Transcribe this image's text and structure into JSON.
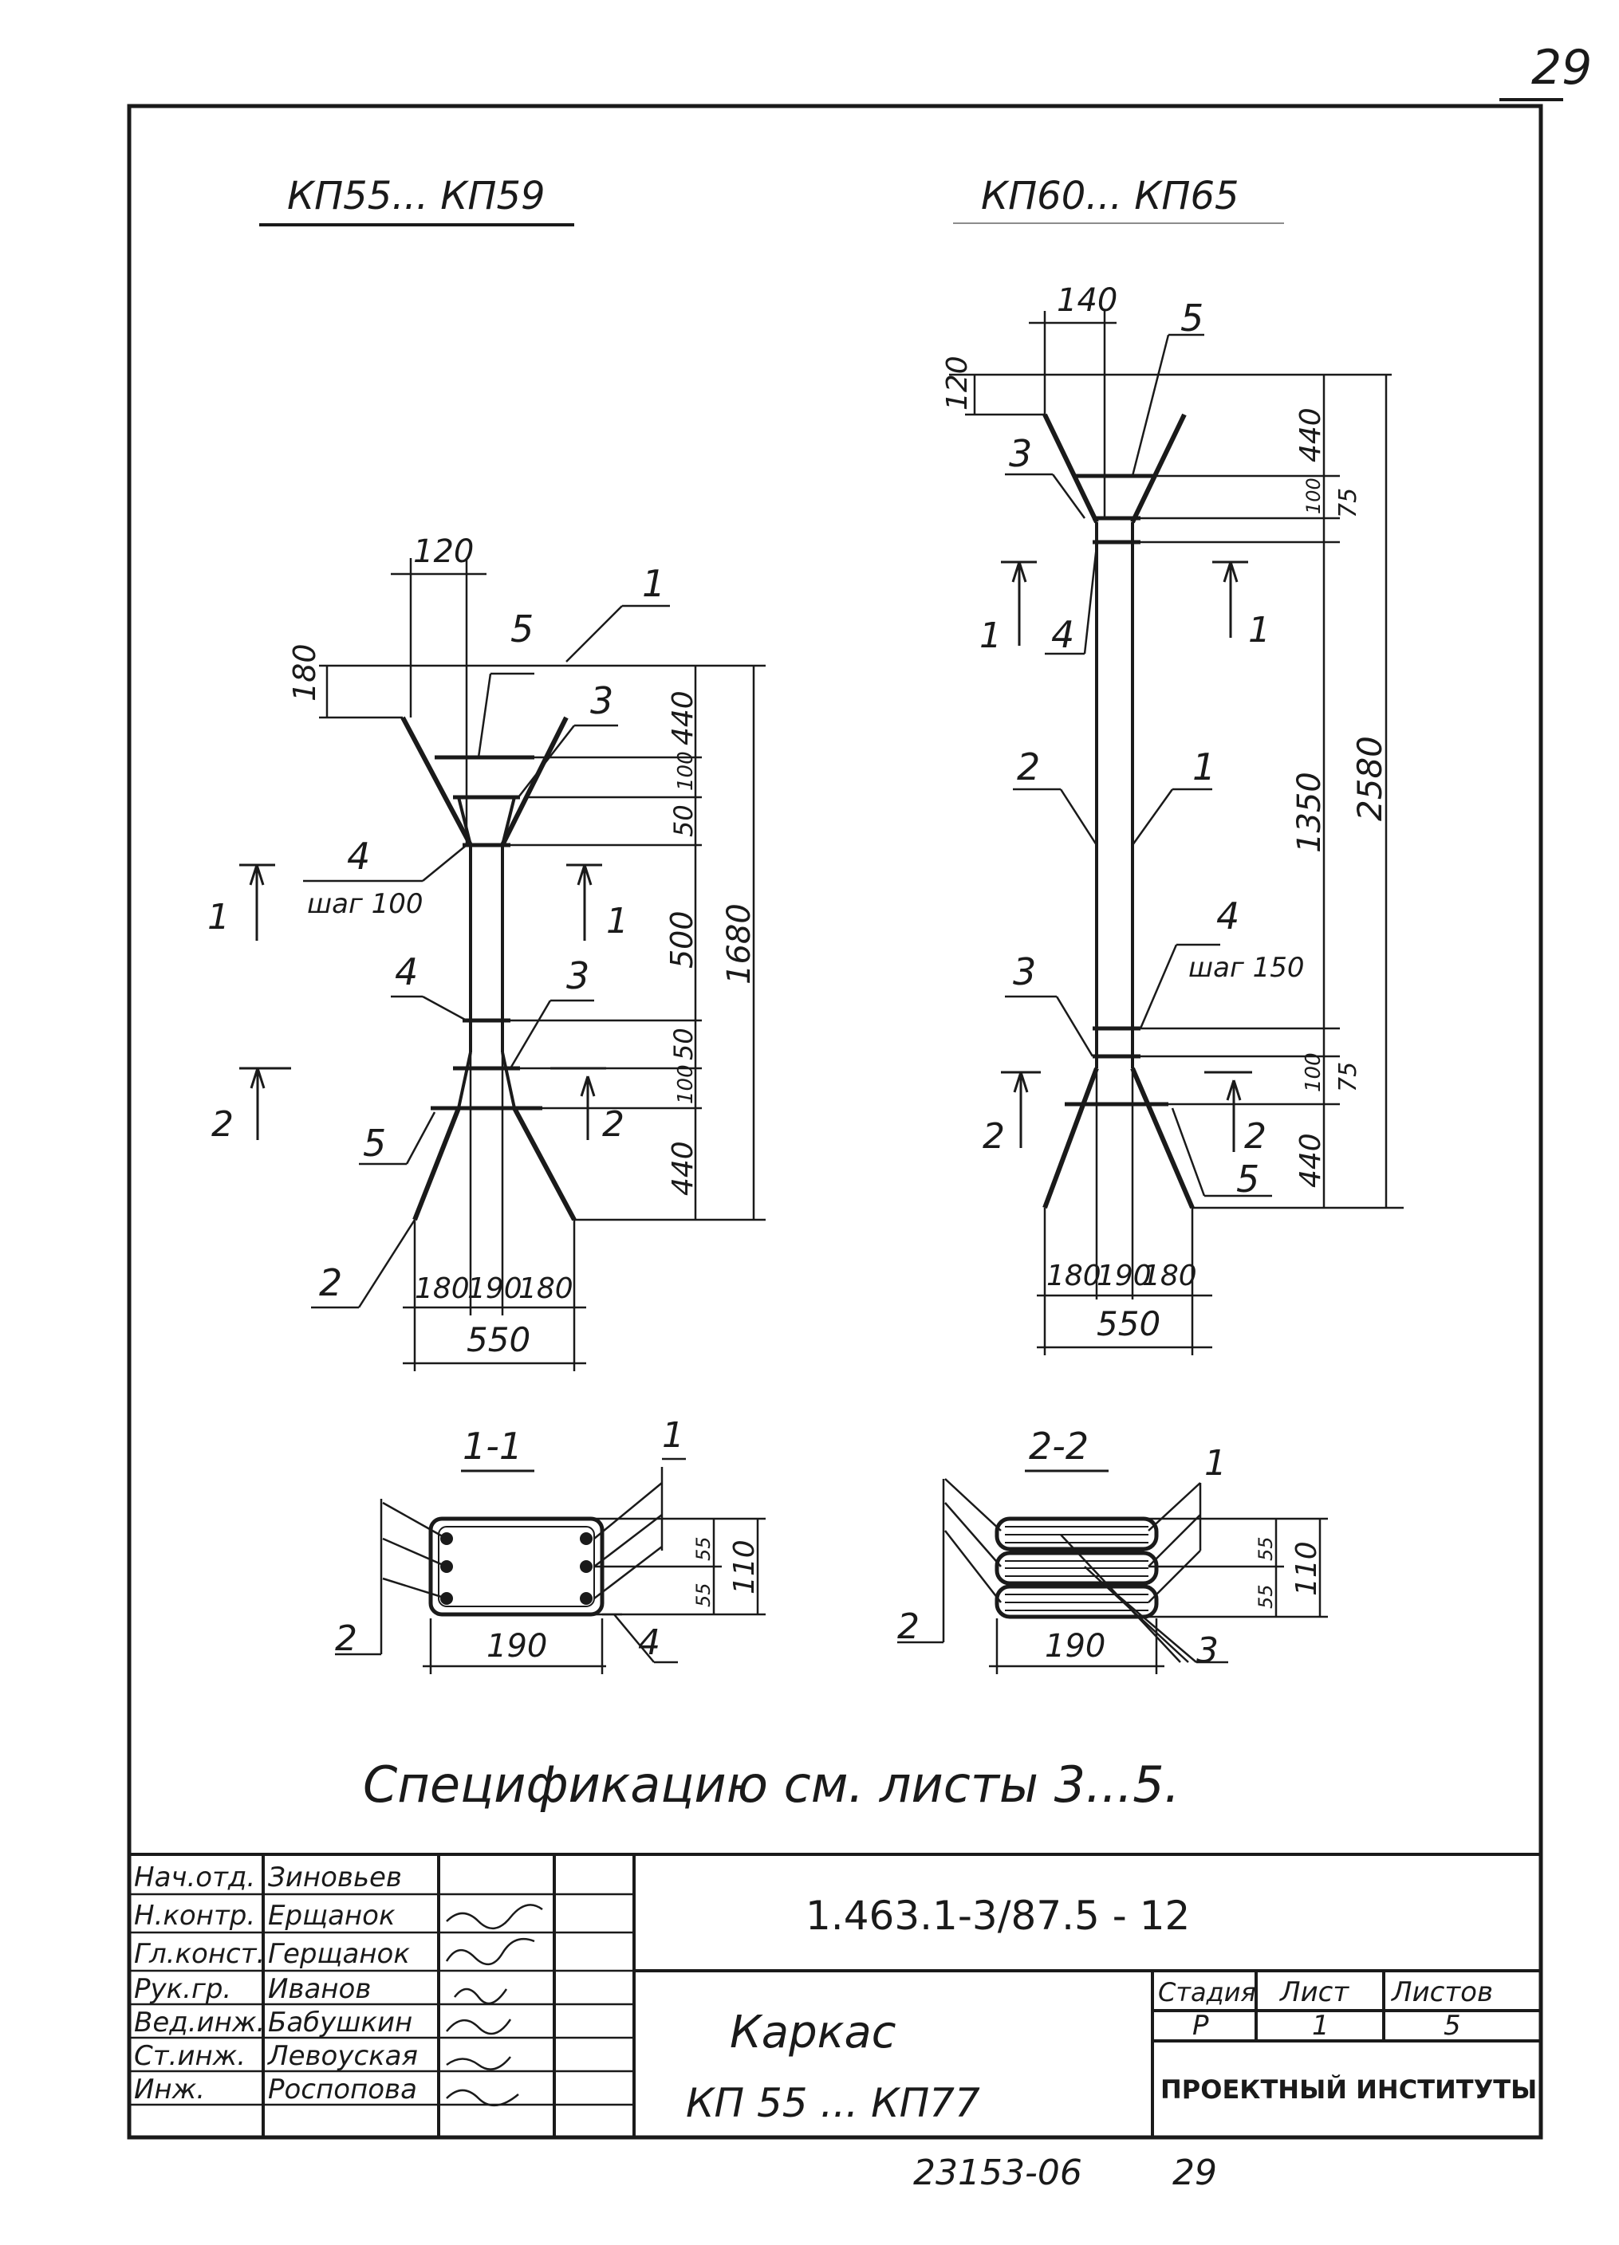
{
  "page_number": "29",
  "views": {
    "left_title": "КП55... КП59",
    "right_title": "КП60... КП65",
    "left": {
      "dim_top_width": "120",
      "dim_flare_height": "180",
      "dim_seg_440_top": "440",
      "dim_seg_100_top": "100",
      "dim_seg_50_top": "50",
      "dim_seg_500": "500",
      "dim_seg_50_bot": "50",
      "dim_seg_100_bot": "100",
      "dim_seg_440_bot": "440",
      "dim_total": "1680",
      "dim_bottom_left": "180",
      "dim_bottom_mid": "190",
      "dim_bottom_right": "180",
      "dim_overall": "550",
      "callout_1": "1",
      "callout_2": "2",
      "callout_3a": "3",
      "callout_3b": "3",
      "callout_4a": "4",
      "callout_4a_note": "шаг 100",
      "callout_4b": "4",
      "callout_5a": "5",
      "callout_5b": "5",
      "section_1_left": "1",
      "section_1_right": "1",
      "section_2_left": "2",
      "section_2_right": "2"
    },
    "right": {
      "dim_top_width": "140",
      "dim_flare_height": "120",
      "dim_seg_440_top": "440",
      "dim_seg_100_top": "100",
      "dim_seg_75_top": "75",
      "dim_seg_1350": "1350",
      "dim_total": "2580",
      "dim_seg_100_bot": "100",
      "dim_seg_75_bot": "75",
      "dim_seg_440_bot": "440",
      "dim_bottom_left": "180",
      "dim_bottom_mid": "190",
      "dim_bottom_right": "180",
      "dim_overall": "550",
      "callout_1": "1",
      "callout_2": "2",
      "callout_3a": "3",
      "callout_3b": "3",
      "callout_4a": "4",
      "callout_4b": "4",
      "callout_4b_note": "шаг 150",
      "callout_5a": "5",
      "callout_5b": "5",
      "section_1_left": "1",
      "section_1_right": "1",
      "section_2_left": "2",
      "section_2_right": "2"
    },
    "section_1_1": {
      "title": "1-1",
      "callout_1": "1",
      "callout_2": "2",
      "callout_4": "4",
      "dim_width": "190",
      "dim_height": "110",
      "dim_55a": "55",
      "dim_55b": "55"
    },
    "section_2_2": {
      "title": "2-2",
      "callout_1": "1",
      "callout_2": "2",
      "callout_3": "3",
      "dim_width": "190",
      "dim_height": "110",
      "dim_55a": "55",
      "dim_55b": "55"
    }
  },
  "spec_note": "Спецификацию см. листы 3...5.",
  "title_block": {
    "rows": [
      {
        "role": "Нач.отд.",
        "name": "Зиновьев"
      },
      {
        "role": "Н.контр.",
        "name": "Ерщанок"
      },
      {
        "role": "Гл.конст.",
        "name": "Герщанок"
      },
      {
        "role": "Рук.гр.",
        "name": "Иванов"
      },
      {
        "role": "Вед.инж.",
        "name": "Бабушкин"
      },
      {
        "role": "Ст.инж.",
        "name": "Левоуская"
      },
      {
        "role": "Инж.",
        "name": "Роспопова"
      }
    ],
    "doc_code": "1.463.1-3/87.5 - 12",
    "title_line1": "Каркас",
    "title_line2": "КП 55 ... КП77",
    "stage_header": "Стадия",
    "sheet_header": "Лист",
    "sheets_header": "Листов",
    "stage_value": "Р",
    "sheet_value": "1",
    "sheets_value": "5",
    "org": "ПРОЕКТНЫЙ ИНСТИТУТЫ"
  },
  "footer": {
    "inventory": "23153-06",
    "page": "29"
  }
}
